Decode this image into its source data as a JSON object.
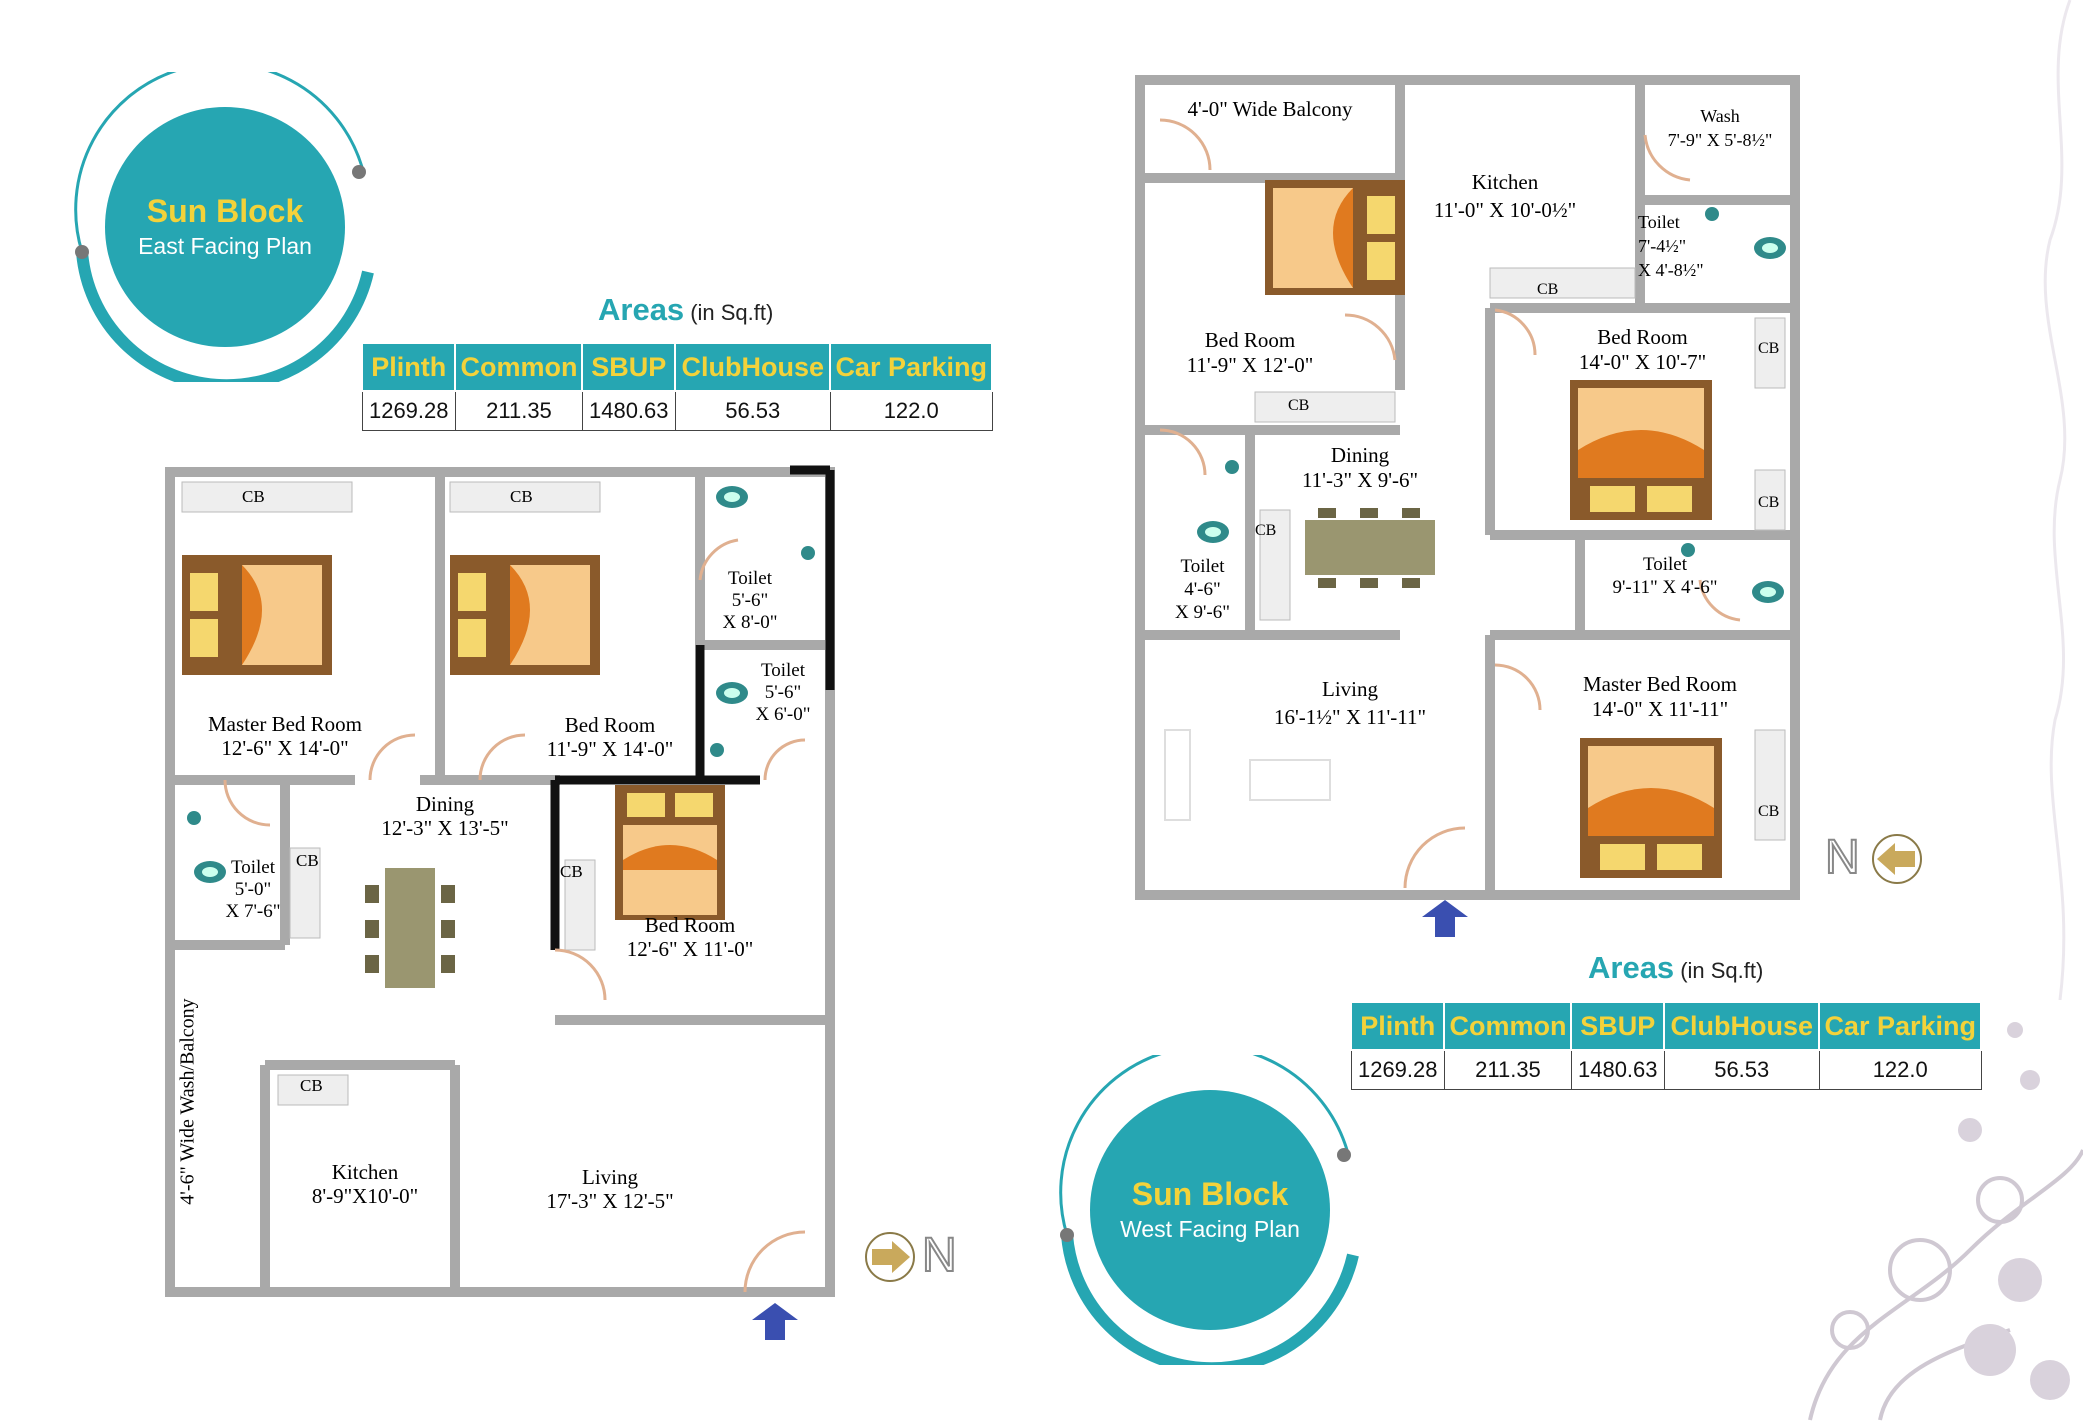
{
  "colors": {
    "teal": "#26a6b2",
    "yellow": "#f3d23a",
    "wall": "#a9a9a9",
    "bed_wood": "#8a5a2b",
    "bed_sheet": "#f7c98a"
  },
  "east": {
    "badge": {
      "title": "Sun Block",
      "subtitle": "East Facing Plan"
    },
    "areas": {
      "heading": "Areas",
      "unit": "(in Sq.ft)",
      "headers": [
        "Plinth",
        "Common",
        "SBUP",
        "ClubHouse",
        "Car Parking"
      ],
      "values": [
        "1269.28",
        "211.35",
        "1480.63",
        "56.53",
        "122.0"
      ]
    },
    "rooms": {
      "master_bed": {
        "name": "Master Bed Room",
        "size": "12'-6\" X 14'-0\""
      },
      "bed1": {
        "name": "Bed Room",
        "size": "11'-9\" X 14'-0\""
      },
      "toilet1": {
        "name": "Toilet",
        "dim1": "5'-6\"",
        "dim2": "X 8'-0\""
      },
      "toilet2": {
        "name": "Toilet",
        "dim1": "5'-6\"",
        "dim2": "X 6'-0\""
      },
      "dining": {
        "name": "Dining",
        "size": "12'-3\" X 13'-5\""
      },
      "toilet3": {
        "name": "Toilet",
        "dim1": "5'-0\"",
        "dim2": "X 7'-6\""
      },
      "bed2": {
        "name": "Bed Room",
        "size": "12'-6\" X 11'-0\""
      },
      "kitchen": {
        "name": "Kitchen",
        "size": "8'-9\"X10'-0\""
      },
      "living": {
        "name": "Living",
        "size": "17'-3\" X 12'-5\""
      },
      "balcony": "4'-6\" Wide Wash/Balcony",
      "cb": "CB"
    },
    "north": "N"
  },
  "west": {
    "badge": {
      "title": "Sun Block",
      "subtitle": "West Facing Plan"
    },
    "areas": {
      "heading": "Areas",
      "unit": "(in Sq.ft)",
      "headers": [
        "Plinth",
        "Common",
        "SBUP",
        "ClubHouse",
        "Car Parking"
      ],
      "values": [
        "1269.28",
        "211.35",
        "1480.63",
        "56.53",
        "122.0"
      ]
    },
    "rooms": {
      "balcony": "4'-0\" Wide Balcony",
      "kitchen": {
        "name": "Kitchen",
        "size": "11'-0\" X 10'-0½\""
      },
      "wash": {
        "name": "Wash",
        "size": "7'-9\" X 5'-8½\""
      },
      "toilet1": {
        "name": "Toilet",
        "dim1": "7'-4½\"",
        "dim2": "X 4'-8½\""
      },
      "bed1": {
        "name": "Bed Room",
        "size": "11'-9\" X 12'-0\""
      },
      "bed2": {
        "name": "Bed Room",
        "size": "14'-0\" X 10'-7\""
      },
      "dining": {
        "name": "Dining",
        "size": "11'-3\" X 9'-6\""
      },
      "toilet2": {
        "name": "Toilet",
        "dim1": "4'-6\"",
        "dim2": "X 9'-6\""
      },
      "toilet3": {
        "name": "Toilet",
        "size": "9'-11\" X 4'-6\""
      },
      "living": {
        "name": "Living",
        "size": "16'-1½\" X 11'-11\""
      },
      "master_bed": {
        "name": "Master Bed Room",
        "size": "14'-0\" X 11'-11\""
      },
      "cb": "CB"
    },
    "north": "N"
  }
}
